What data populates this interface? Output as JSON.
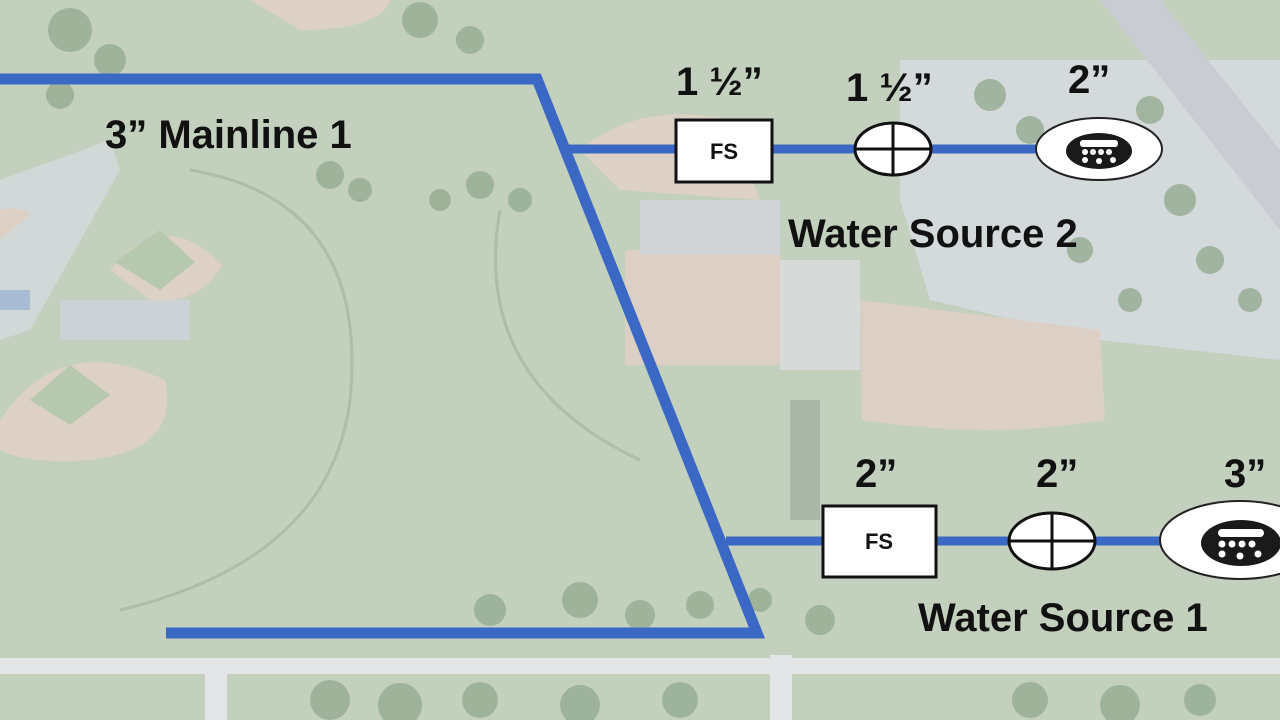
{
  "colors": {
    "pipe": "#3a68c4",
    "grass": "#b9c9b2",
    "infield": "#ddd3cb",
    "road": "#d8dbe0",
    "tree": "#8fa78f"
  },
  "mainline": {
    "label": "3” Mainline 1"
  },
  "source2": {
    "title": "Water Source 2",
    "flow_sensor": {
      "box_text": "FS",
      "size_label": "1 ½”"
    },
    "valve": {
      "size_label": "1 ½”",
      "icon": "master-valve-icon"
    },
    "meter": {
      "size_label": "2”",
      "icon": "water-meter-icon"
    }
  },
  "source1": {
    "title": "Water Source 1",
    "flow_sensor": {
      "box_text": "FS",
      "size_label": "2”"
    },
    "valve": {
      "size_label": "2”",
      "icon": "master-valve-icon"
    },
    "meter": {
      "size_label": "3”",
      "icon": "water-meter-icon"
    }
  }
}
